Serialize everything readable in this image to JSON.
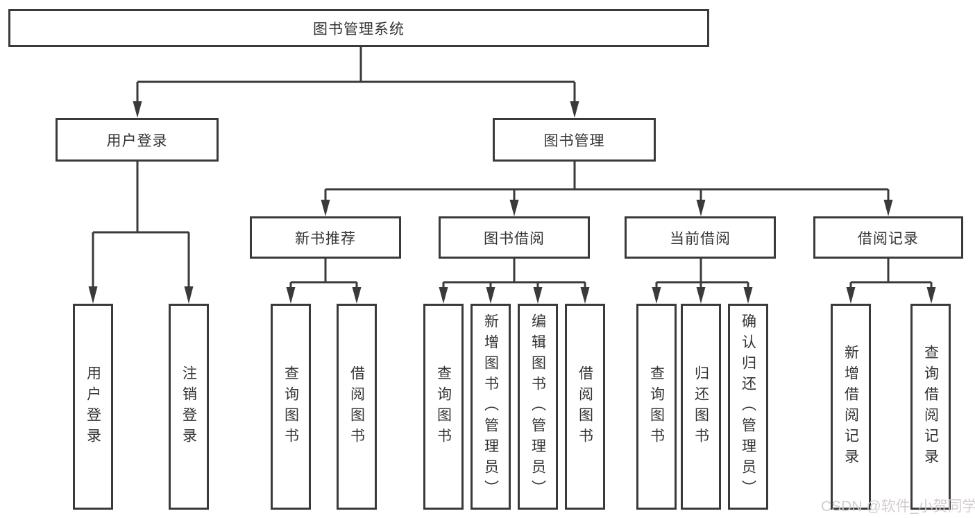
{
  "diagram": {
    "colors": {
      "line": "#3a3a3a",
      "watermark": "#d1caca",
      "background": "#ffffff"
    },
    "watermark": {
      "text": "CSDN @软件_小贺同学"
    },
    "tree": {
      "label": "图书管理系统",
      "children": [
        {
          "label": "用户登录",
          "children": [
            {
              "label": "用户登录"
            },
            {
              "label": "注销登录"
            }
          ]
        },
        {
          "label": "图书管理",
          "children": [
            {
              "label": "新书推荐",
              "children": [
                {
                  "label": "查询图书"
                },
                {
                  "label": "借阅图书"
                }
              ]
            },
            {
              "label": "图书借阅",
              "children": [
                {
                  "label": "查询图书"
                },
                {
                  "label": "新增图书（管理员）"
                },
                {
                  "label": "编辑图书（管理员）"
                },
                {
                  "label": "借阅图书"
                }
              ]
            },
            {
              "label": "当前借阅",
              "children": [
                {
                  "label": "查询图书"
                },
                {
                  "label": "归还图书"
                },
                {
                  "label": "确认归还（管理员）"
                }
              ]
            },
            {
              "label": "借阅记录",
              "children": [
                {
                  "label": "新增借阅记录"
                },
                {
                  "label": "查询借阅记录"
                }
              ]
            }
          ]
        }
      ]
    }
  }
}
